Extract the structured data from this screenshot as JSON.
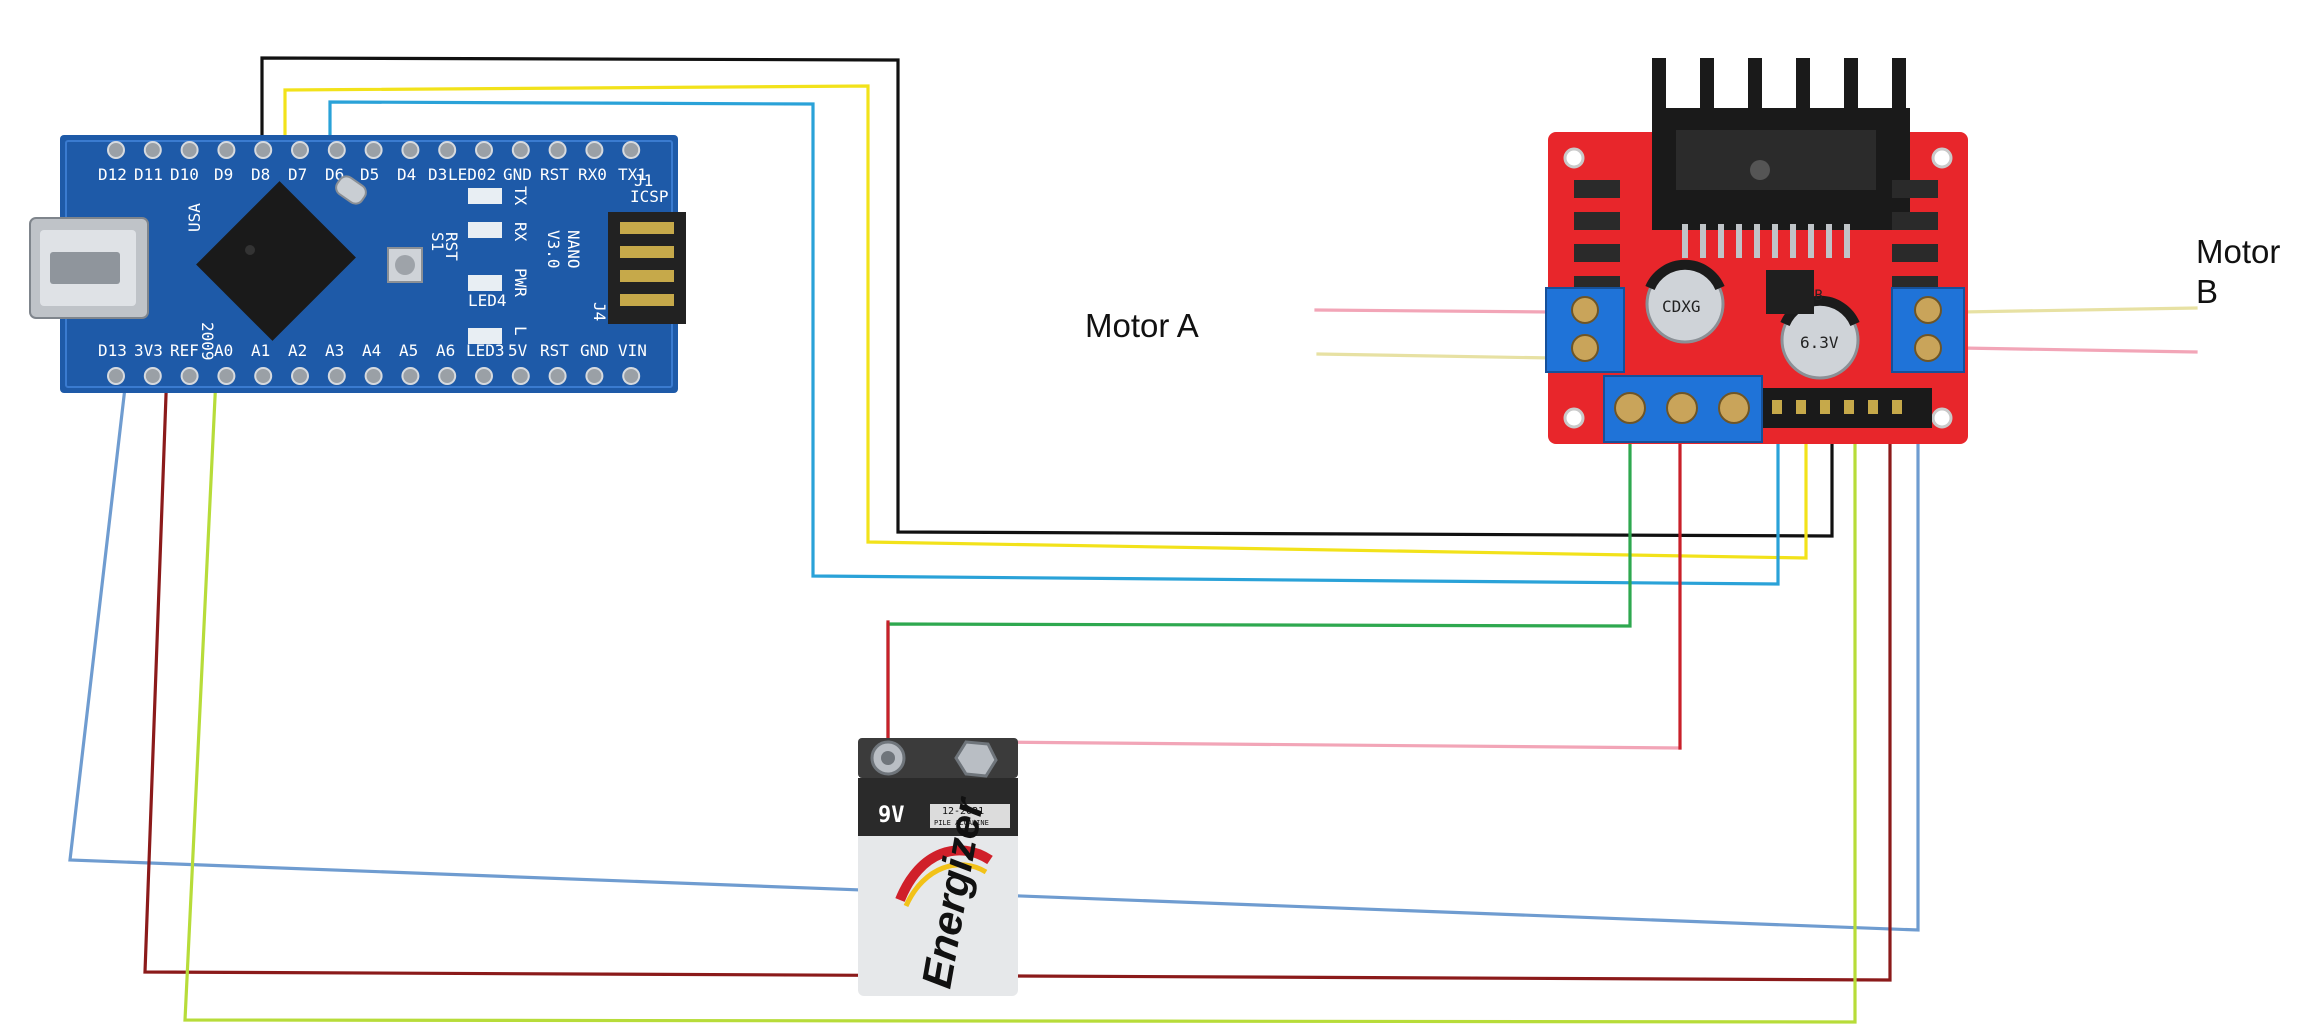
{
  "labels": {
    "motor_a": "Motor A",
    "motor_b_line1": "Motor",
    "motor_b_line2": "B"
  },
  "arduino": {
    "top_pins": [
      "D12",
      "D11",
      "D10",
      "D9",
      "D8",
      "D7",
      "D6",
      "D5",
      "D4",
      "D3",
      "LED02",
      "GND",
      "RST",
      "RX0",
      "TX1"
    ],
    "bottom_pins": [
      "D13",
      "3V3",
      "REF",
      "A0",
      "A1",
      "A2",
      "A3",
      "A4",
      "A5",
      "A6",
      "LED3",
      "5V",
      "RST",
      "GND",
      "VIN"
    ],
    "usa": "USA",
    "year": "2009",
    "nano": "NANO",
    "version": "V3.0",
    "tx": "TX",
    "rx": "RX",
    "pwr": "PWR",
    "led_l": "L",
    "led4": "LED4",
    "s1": "S1",
    "rst": "RST",
    "icsp": "ICSP",
    "j1": "J1",
    "j4": "J4"
  },
  "battery": {
    "voltage": "9V",
    "date": "12-2021",
    "type": "PILE ALCALINE",
    "brand": "Energizer"
  },
  "driver": {
    "cap_text_1": "CDXG",
    "cap_text_2": "6.3V",
    "cap_text_3": "AB"
  },
  "colors": {
    "black": "#111111",
    "yellow": "#f2e21a",
    "cyan": "#2aa2d8",
    "green": "#2ea84f",
    "dark_red": "#8b1a1a",
    "red": "#c8202a",
    "pink": "#f2a5b7",
    "light_blue": "#6f9cd0",
    "lime": "#b7dc39",
    "pale_yellow": "#e7e1a3",
    "arduino_blue": "#1e5aa8",
    "driver_red": "#e8262b",
    "terminal_blue": "#1f73d8"
  }
}
